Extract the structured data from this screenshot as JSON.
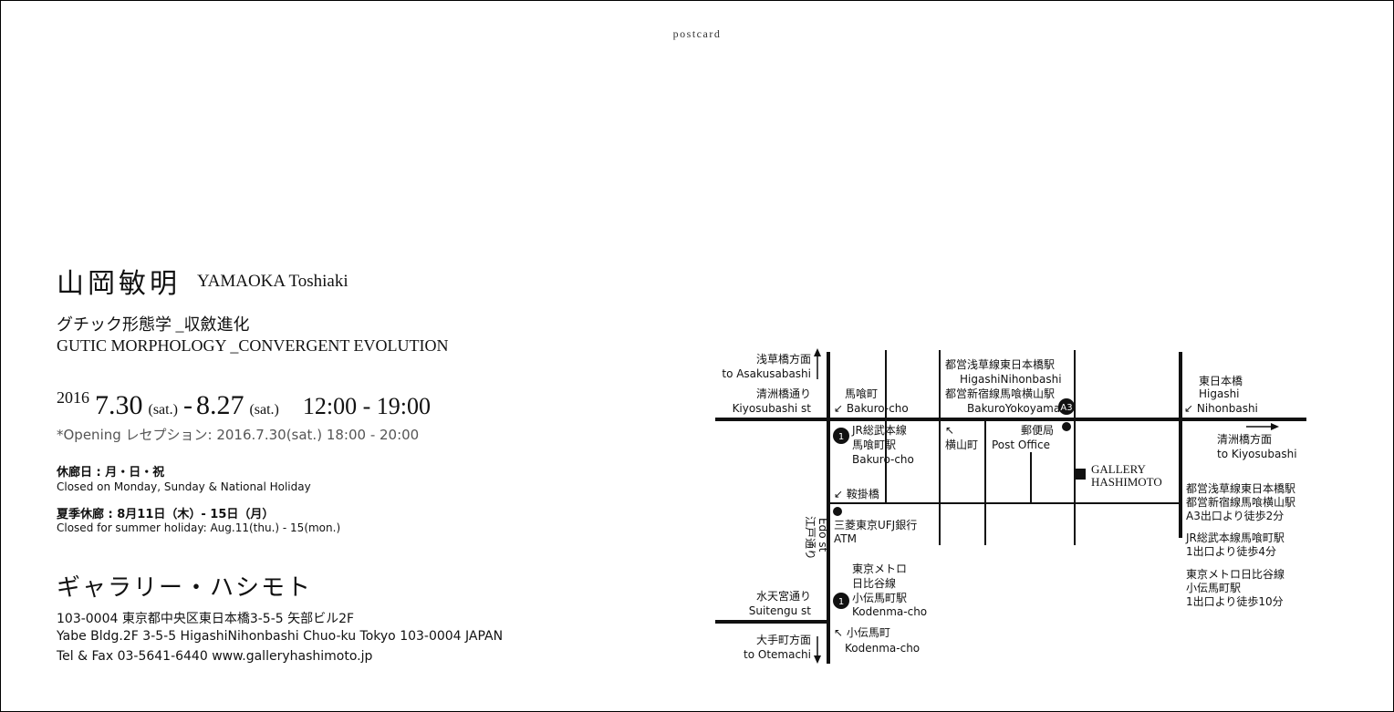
{
  "postcard_label": "postcard",
  "artist": {
    "name_ja": "山岡敏明",
    "name_en": "YAMAOKA Toshiaki"
  },
  "exhibition": {
    "title_ja": "グチック形態学 _収斂進化",
    "title_en": "GUTIC MORPHOLOGY _CONVERGENT EVOLUTION"
  },
  "dates": {
    "year": "2016",
    "start": "7.30",
    "start_day": "(sat.)",
    "dash": "-",
    "end": "8.27",
    "end_day": "(sat.)",
    "hours": "12:00 - 19:00"
  },
  "opening": "*Opening レセプション: 2016.7.30(sat.)   18:00 - 20:00",
  "closed": {
    "ja": "休廊日 : 月・日・祝",
    "en": "Closed on Monday, Sunday & National Holiday"
  },
  "summer": {
    "ja": "夏季休廊 : 8月11日（木）- 15日（月）",
    "en": "Closed for summer holiday: Aug.11(thu.) - 15(mon.)"
  },
  "gallery": {
    "name_ja": "ギャラリー・ハシモト",
    "address_ja": "103-0004 東京都中央区東日本橋3-5-5 矢部ビル2F",
    "address_en": "Yabe Bldg.2F 3-5-5 HigashiNihonbashi Chuo-ku Tokyo 103-0004 JAPAN",
    "contact": "Tel & Fax 03-5641-6440    www.galleryhashimoto.jp"
  },
  "map": {
    "asakusabashi_ja": "浅草橋方面",
    "asakusabashi_en": "to Asakusabashi",
    "kiyosubashi_st_ja": "清洲橋通り",
    "kiyosubashi_st_en": "Kiyosubashi st",
    "bakurocho_ja": "馬喰町",
    "bakurocho_en": "↙ Bakuro-cho",
    "toei_line1": "都営浅草線東日本橋駅",
    "toei_line2": "HigashiNihonbashi",
    "toei_line3": "都営新宿線馬喰横山駅",
    "toei_line4": "BakuroYokoyama",
    "exit_a3": "A3",
    "higashi_ja": "東日本橋",
    "higashi_en": "Higashi",
    "nihonbashi_en": "↙ Nihonbashi",
    "jr_exit": "1",
    "jr_ja": "JR総武本線",
    "jr_station_ja": "馬喰町駅",
    "jr_station_en": "Bakuro-cho",
    "yokoyama_arrow": "↖",
    "yokoyama_ja": "横山町",
    "post_ja": "郵便局",
    "post_en": "Post Office",
    "gallery_1": "GALLERY",
    "gallery_2": "HASHIMOTO",
    "to_kiyosubashi_ja": "清洲橋方面",
    "to_kiyosubashi_en": "to Kiyosubashi",
    "kuragake": "↙ 鞍掛橋",
    "access_1": "都営浅草線東日本橋駅",
    "access_2": "都営新宿線馬喰横山駅",
    "access_3": "A3出口より徒歩2分",
    "access_4": "JR総武本線馬喰町駅",
    "access_5": "1出口より徒歩4分",
    "access_6": "東京メトロ日比谷線",
    "access_7": "小伝馬町駅",
    "access_8": "1出口より徒歩10分",
    "bank_ja": "三菱東京UFJ銀行",
    "bank_en": "ATM",
    "edo_ja": "江戸通り",
    "edo_en": "Edo st",
    "metro_1": "東京メトロ",
    "metro_2": "日比谷線",
    "metro_3": "小伝馬町駅",
    "metro_4": "Kodenma-cho",
    "metro_exit": "1",
    "suitengu_ja": "水天宮通り",
    "suitengu_en": "Suitengu st",
    "kodenma_ja": "↖ 小伝馬町",
    "kodenma_en": "Kodenma-cho",
    "otemachi_ja": "大手町方面",
    "otemachi_en": "to Otemachi"
  }
}
